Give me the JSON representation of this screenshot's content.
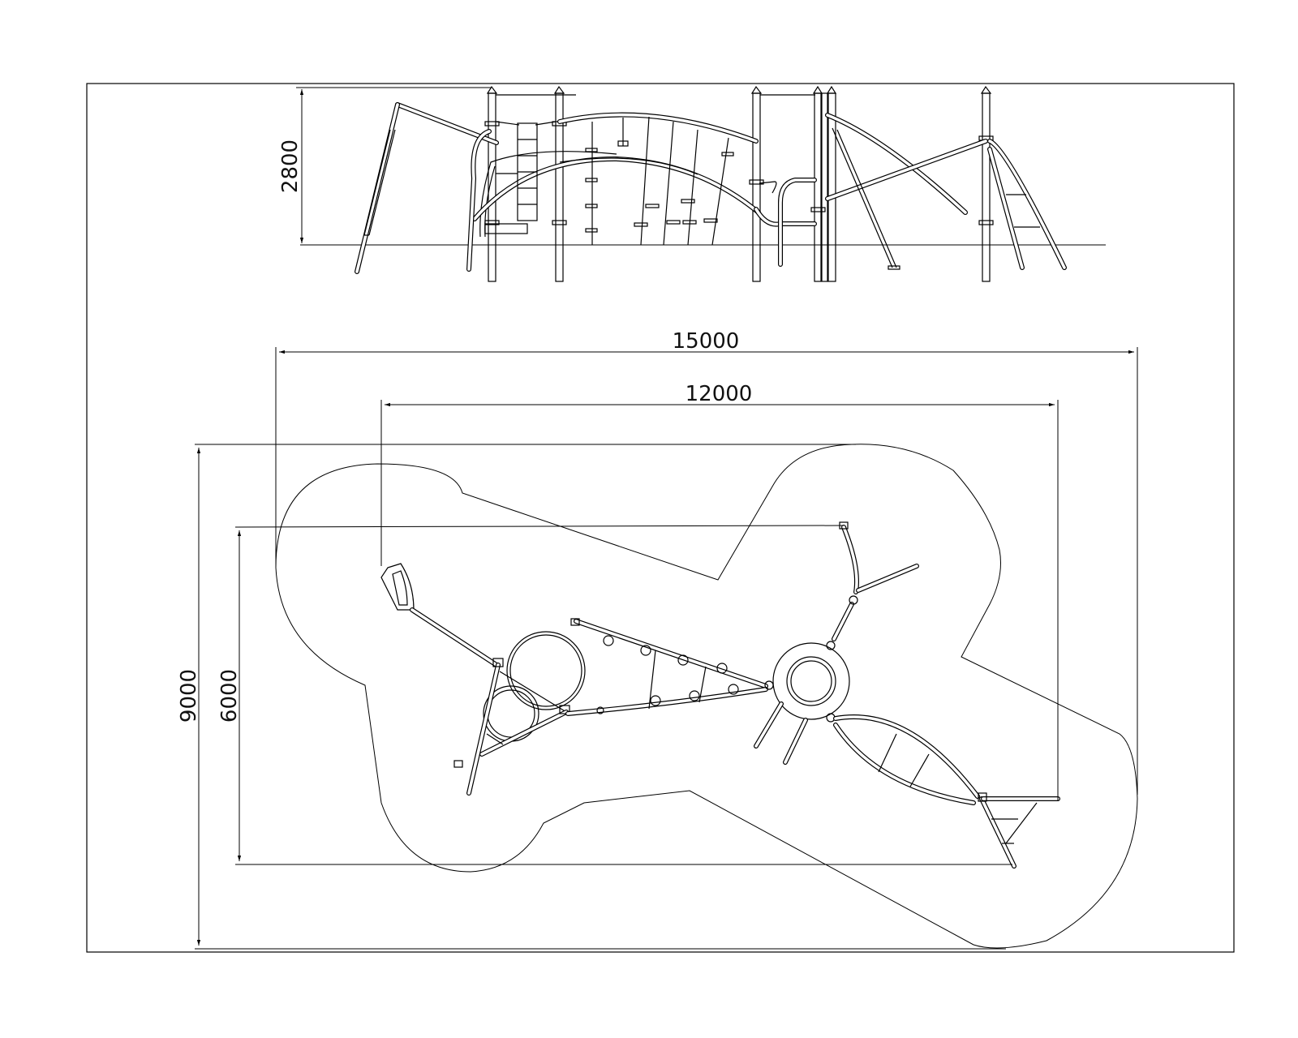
{
  "dimensions": {
    "height_elevation": "2800",
    "overall_width": "15000",
    "equipment_width": "12000",
    "overall_depth": "9000",
    "equipment_depth": "6000"
  },
  "colors": {
    "line": "#000000",
    "background": "#ffffff"
  }
}
